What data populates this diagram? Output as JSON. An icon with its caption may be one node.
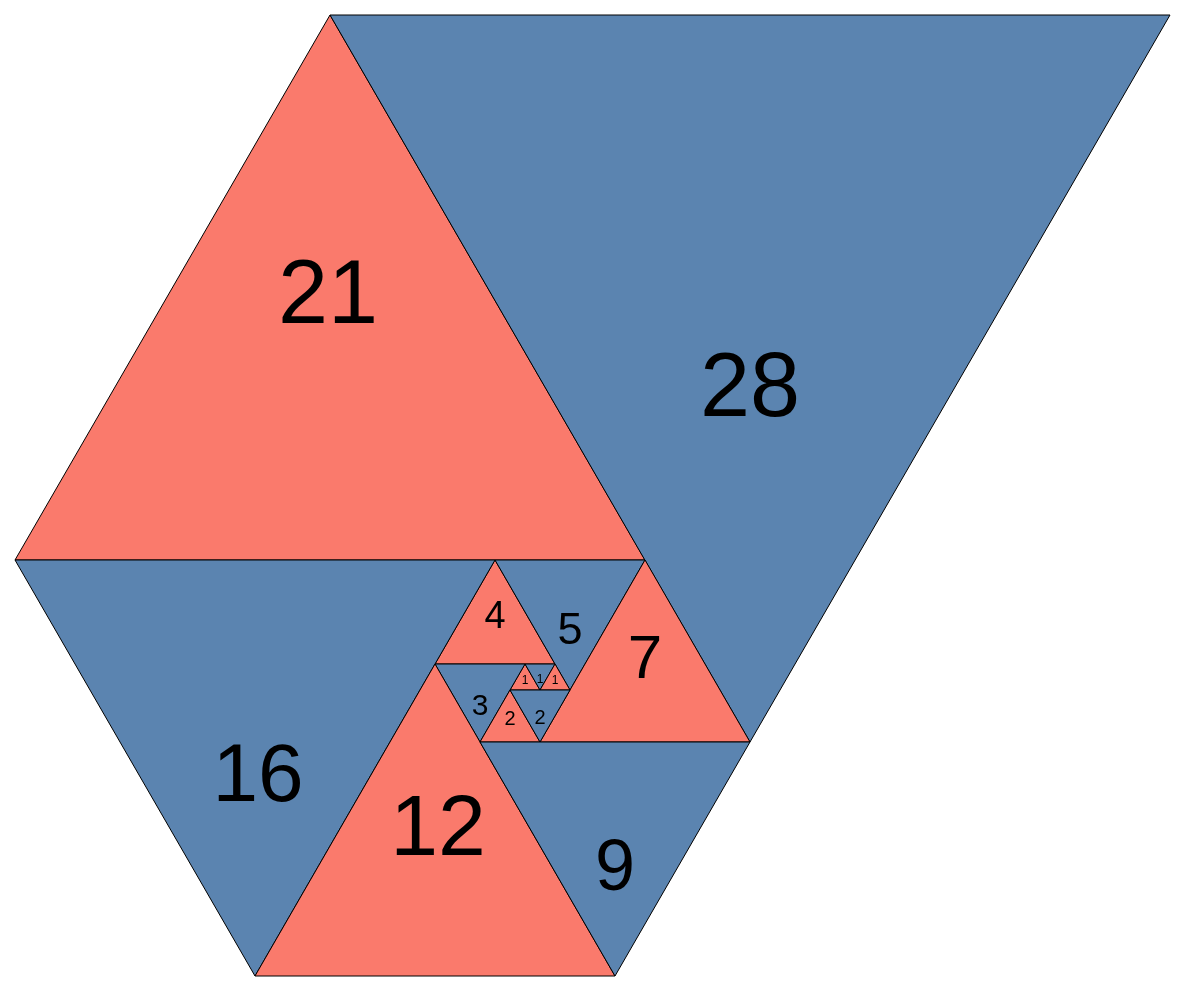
{
  "diagram": {
    "nodes": [
      {
        "text": [
          "21"
        ]
      },
      {
        "text": [
          "28"
        ]
      },
      {
        "text": [
          "4"
        ]
      },
      {
        "text": [
          "5"
        ]
      },
      {
        "text": [
          "7"
        ]
      },
      {
        "text": [
          "1"
        ]
      },
      {
        "text": [
          "1"
        ]
      },
      {
        "text": [
          "1"
        ]
      },
      {
        "text": [
          "3"
        ]
      },
      {
        "text": [
          "2"
        ]
      },
      {
        "text": [
          "2"
        ]
      },
      {
        "text": [
          "16"
        ]
      },
      {
        "text": [
          "12"
        ]
      },
      {
        "text": [
          "9"
        ]
      }
    ]
  }
}
